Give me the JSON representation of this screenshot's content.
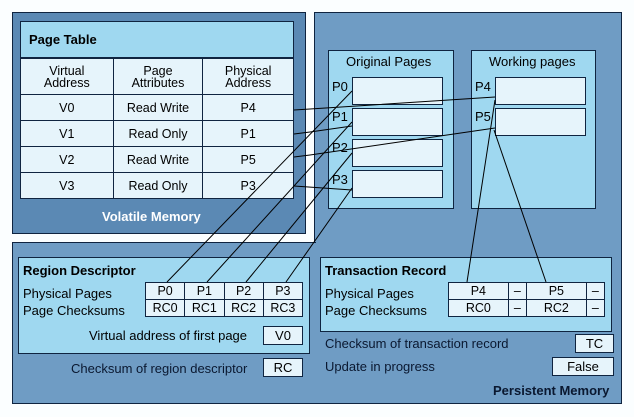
{
  "volatile_memory": {
    "label": "Volatile Memory",
    "page_table": {
      "title": "Page Table",
      "headers": [
        "Virtual\nAddress",
        "Page\nAttributes",
        "Physical\nAddress"
      ],
      "header_lines": [
        [
          "Virtual",
          "Address"
        ],
        [
          "Page",
          "Attributes"
        ],
        [
          "Physical",
          "Address"
        ]
      ],
      "rows": [
        [
          "V0",
          "Read Write",
          "P4"
        ],
        [
          "V1",
          "Read Only",
          "P1"
        ],
        [
          "V2",
          "Read Write",
          "P5"
        ],
        [
          "V3",
          "Read Only",
          "P3"
        ]
      ]
    }
  },
  "persistent_memory": {
    "label": "Persistent Memory",
    "original_pages": {
      "title": "Original Pages",
      "pages": [
        "P0",
        "P1",
        "P2",
        "P3"
      ]
    },
    "working_pages": {
      "title": "Working pages",
      "pages": [
        "P4",
        "P5"
      ]
    },
    "region_descriptor": {
      "title": "Region Descriptor",
      "physical_pages_label": "Physical Pages",
      "page_checksums_label": "Page Checksums",
      "physical_pages": [
        "P0",
        "P1",
        "P2",
        "P3"
      ],
      "page_checksums": [
        "RC0",
        "RC1",
        "RC2",
        "RC3"
      ],
      "first_page_label": "Virtual address of first page",
      "first_page_value": "V0",
      "checksum_label": "Checksum of region descriptor",
      "checksum_value": "RC"
    },
    "transaction_record": {
      "title": "Transaction Record",
      "physical_pages_label": "Physical Pages",
      "page_checksums_label": "Page Checksums",
      "physical_pages": [
        "P4",
        "–",
        "P5",
        "–"
      ],
      "page_checksums": [
        "RC0",
        "–",
        "RC2",
        "–"
      ],
      "checksum_label": "Checksum of transaction record",
      "checksum_value": "TC",
      "update_label": "Update in progress",
      "update_value": "False"
    }
  }
}
